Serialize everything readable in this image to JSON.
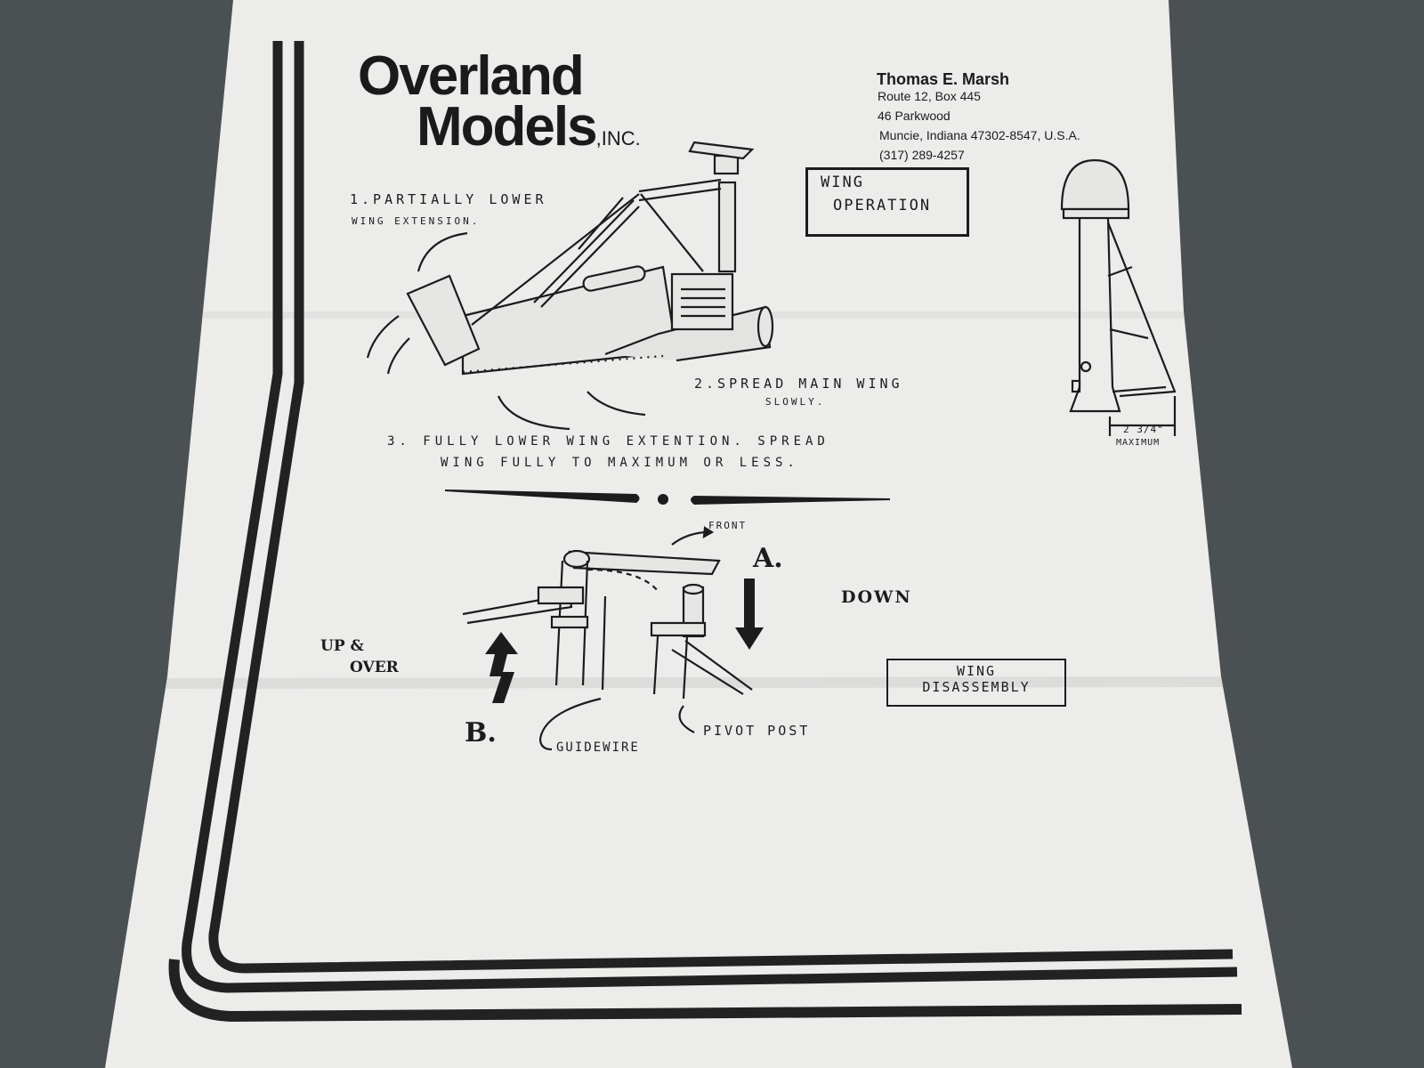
{
  "letterhead": {
    "logo_line1": "Overland",
    "logo_line2": "Models",
    "logo_suffix": ",INC.",
    "name": "Thomas E. Marsh",
    "address_line1": "Route 12, Box 445",
    "address_line2": "46 Parkwood",
    "address_line3": "Muncie, Indiana  47302-8547, U.S.A.",
    "phone": "(317) 289-4257"
  },
  "wing_operation": {
    "title_line1": "Wing",
    "title_line2": "Operation",
    "step1_line1": "1.Partially lower",
    "step1_line2": "wing extension.",
    "step2_line1": "2.Spread main wing",
    "step2_line2": "slowly.",
    "step3_line1": "3. Fully lower wing extention. Spread",
    "step3_line2": "wing fully to maximum or less.",
    "dimension": "2 3/4\"",
    "dimension_label": "Maximum"
  },
  "wing_disassembly": {
    "title_line1": "Wing",
    "title_line2": "Disassembly",
    "front_label": "Front",
    "step_a": "A.",
    "down_label": "DOWN",
    "up_over_line1": "UP &",
    "up_over_line2": "OVER",
    "step_b": "B.",
    "guide_wire_label": "GuideWire",
    "pivot_post_label": "Pivot Post"
  }
}
